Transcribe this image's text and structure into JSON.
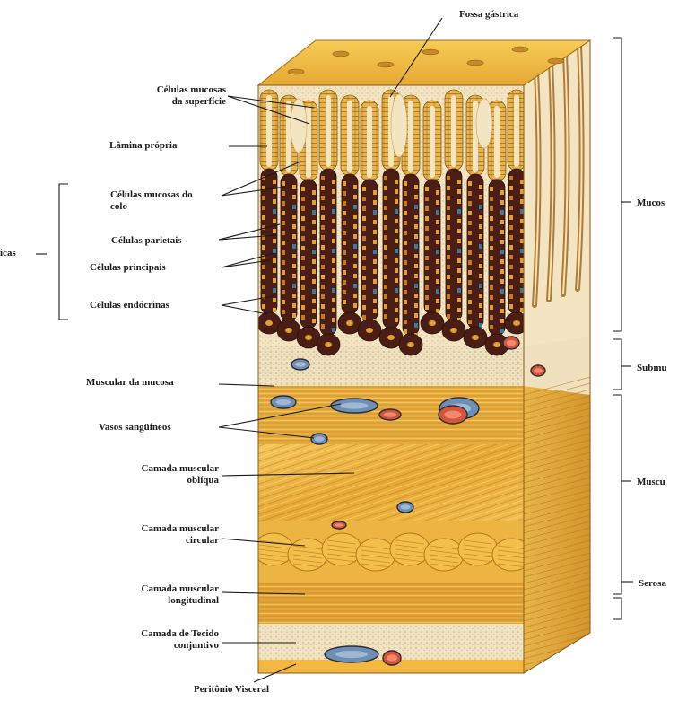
{
  "labels": {
    "fossa_gastrica": "Fossa gástrica",
    "celulas_mucosas_superficie": [
      "Células mucosas",
      "da superfície"
    ],
    "lamina_propria": "Lâmina própria",
    "celulas_mucosas_colo": [
      "Células mucosas do",
      "colo"
    ],
    "celulas_parietais": "Células parietais",
    "celulas_principais": "Células principais",
    "celulas_endocrinas": "Células endócrinas",
    "glandulas_truncated": "icas",
    "muscular_da_mucosa": "Muscular da mucosa",
    "vasos_sanguineos": "Vasos sangüíneos",
    "camada_muscular_obliqua": [
      "Camada muscular",
      "oblíqua"
    ],
    "camada_muscular_circular": [
      "Camada muscular",
      "circular"
    ],
    "camada_muscular_longitudinal": [
      "Camada muscular",
      "longitudinal"
    ],
    "camada_tecido_conjuntivo": [
      "Camada de Tecido",
      "conjuntivo"
    ],
    "peritonio_visceral": "Peritônio Visceral"
  },
  "layers": {
    "mucosa": "Mucos",
    "submucosa": "Submu",
    "muscular": "Muscu",
    "serosa": "Serosa"
  },
  "colors": {
    "muscle_light": "#f2c04a",
    "muscle_mid": "#e2a12c",
    "muscle_dark": "#b8741a",
    "lamina": "#f3e4c2",
    "gland_dark": "#4a1e14",
    "epithelium": "#e9b54a",
    "vessel_blue": "#6e8fb4",
    "vessel_red": "#d4553a",
    "serosa_pale": "#efe1bd"
  }
}
